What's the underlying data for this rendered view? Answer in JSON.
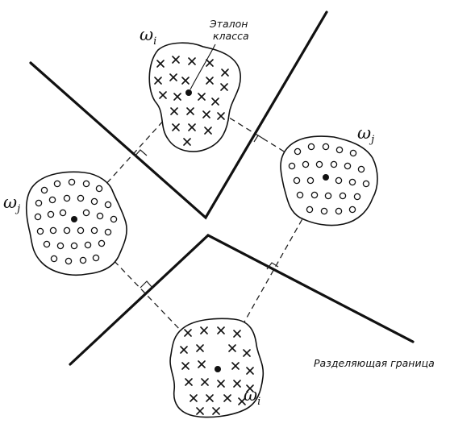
{
  "figure": {
    "prototype_label_line1": "Эталон",
    "prototype_label_line2": "класса",
    "boundary_label": "Разделяющая граница",
    "classes": [
      {
        "symbol": "ω",
        "subscript": "i",
        "marker": "cross-icon"
      },
      {
        "symbol": "ω",
        "subscript": "j",
        "marker": "circle-icon"
      }
    ]
  }
}
